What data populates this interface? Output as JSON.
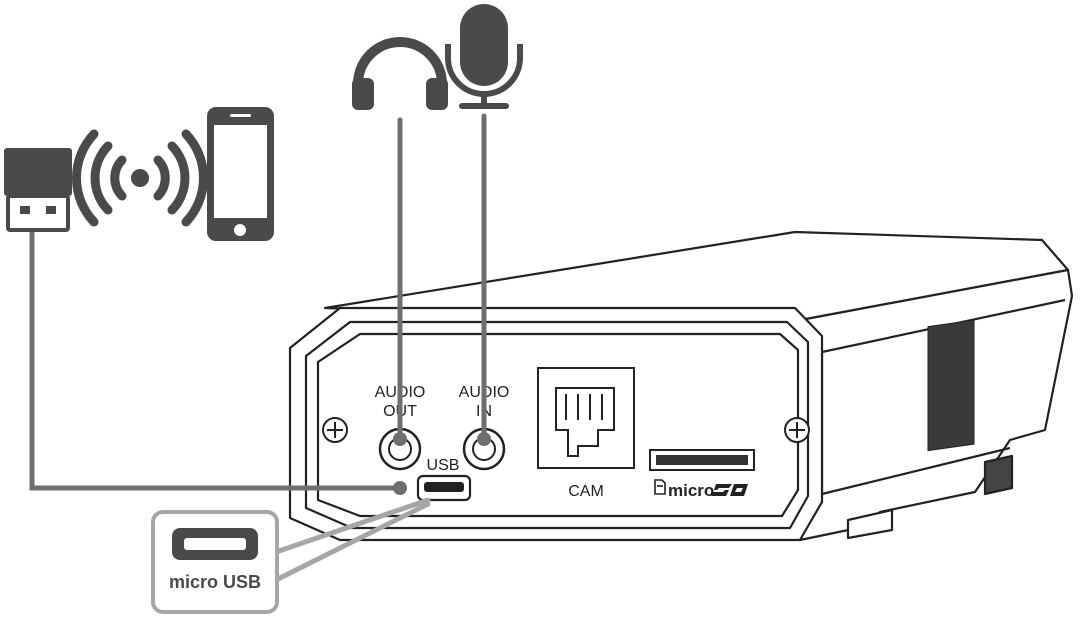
{
  "labels": {
    "audio_out": [
      "AUDIO",
      "OUT"
    ],
    "audio_in": [
      "AUDIO",
      "IN"
    ],
    "usb": "USB",
    "cam": "CAM",
    "micro_sd": "micro",
    "micro_usb": "micro USB"
  },
  "icons": [
    "usb-plug-icon",
    "wireless-signal-icon",
    "smartphone-icon",
    "headphones-icon",
    "microphone-icon",
    "sd-card-icon",
    "screw-icon"
  ],
  "colors": {
    "icon": "#4a4a4a",
    "cable": "#6f6f6f",
    "device_stroke": "#222222",
    "callout": "#a6a6a6"
  }
}
